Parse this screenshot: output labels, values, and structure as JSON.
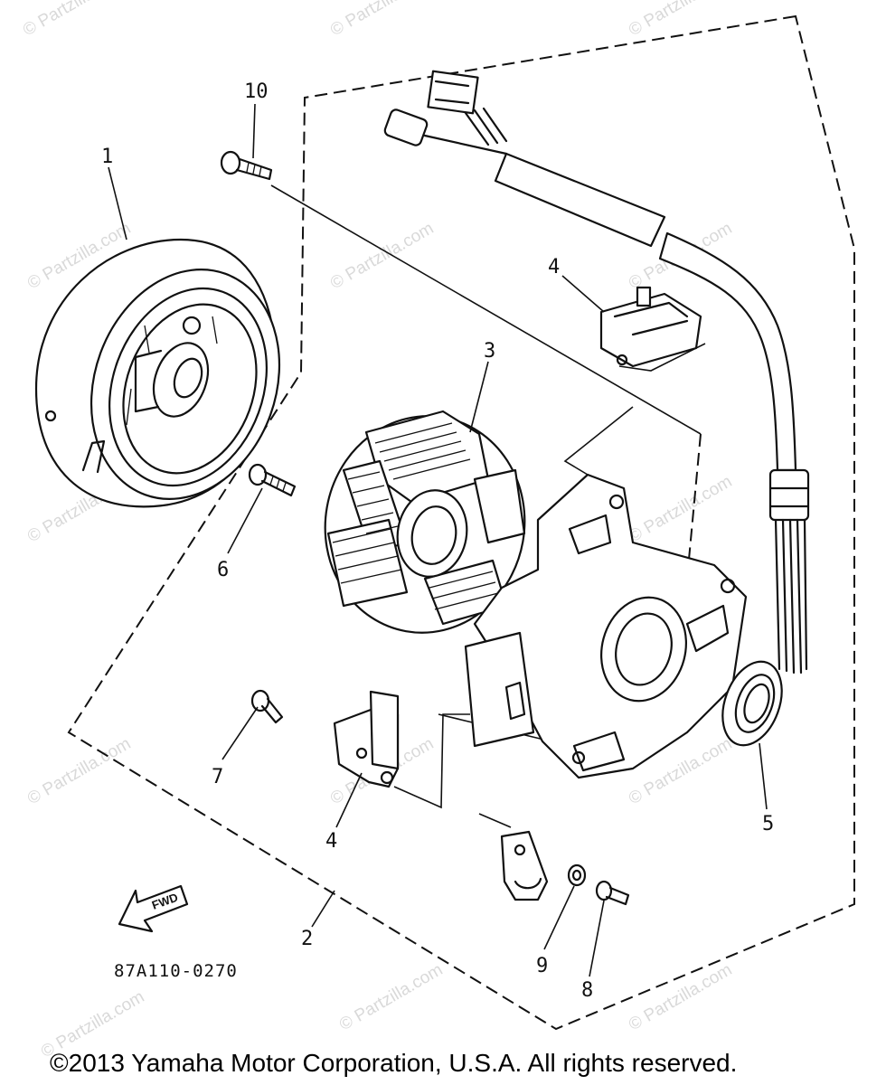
{
  "diagram": {
    "drawing_code": "87A110-0270",
    "forward_arrow_label": "FWD",
    "copyright": "©2013 Yamaha Motor Corporation, U.S.A. All rights reserved.",
    "watermark_text": "© Partzilla.com",
    "callouts": [
      "1",
      "2",
      "3",
      "4",
      "4",
      "5",
      "6",
      "7",
      "8",
      "9",
      "10"
    ],
    "parts": [
      {
        "ref": "1",
        "icon": "flywheel-rotor"
      },
      {
        "ref": "2",
        "icon": "stator-assembly-kit"
      },
      {
        "ref": "3",
        "icon": "stator-coil"
      },
      {
        "ref": "4",
        "icon": "pulser-coil"
      },
      {
        "ref": "5",
        "icon": "oil-seal"
      },
      {
        "ref": "6",
        "icon": "screw"
      },
      {
        "ref": "7",
        "icon": "screw"
      },
      {
        "ref": "8",
        "icon": "screw"
      },
      {
        "ref": "9",
        "icon": "washer"
      },
      {
        "ref": "10",
        "icon": "screw"
      }
    ]
  }
}
